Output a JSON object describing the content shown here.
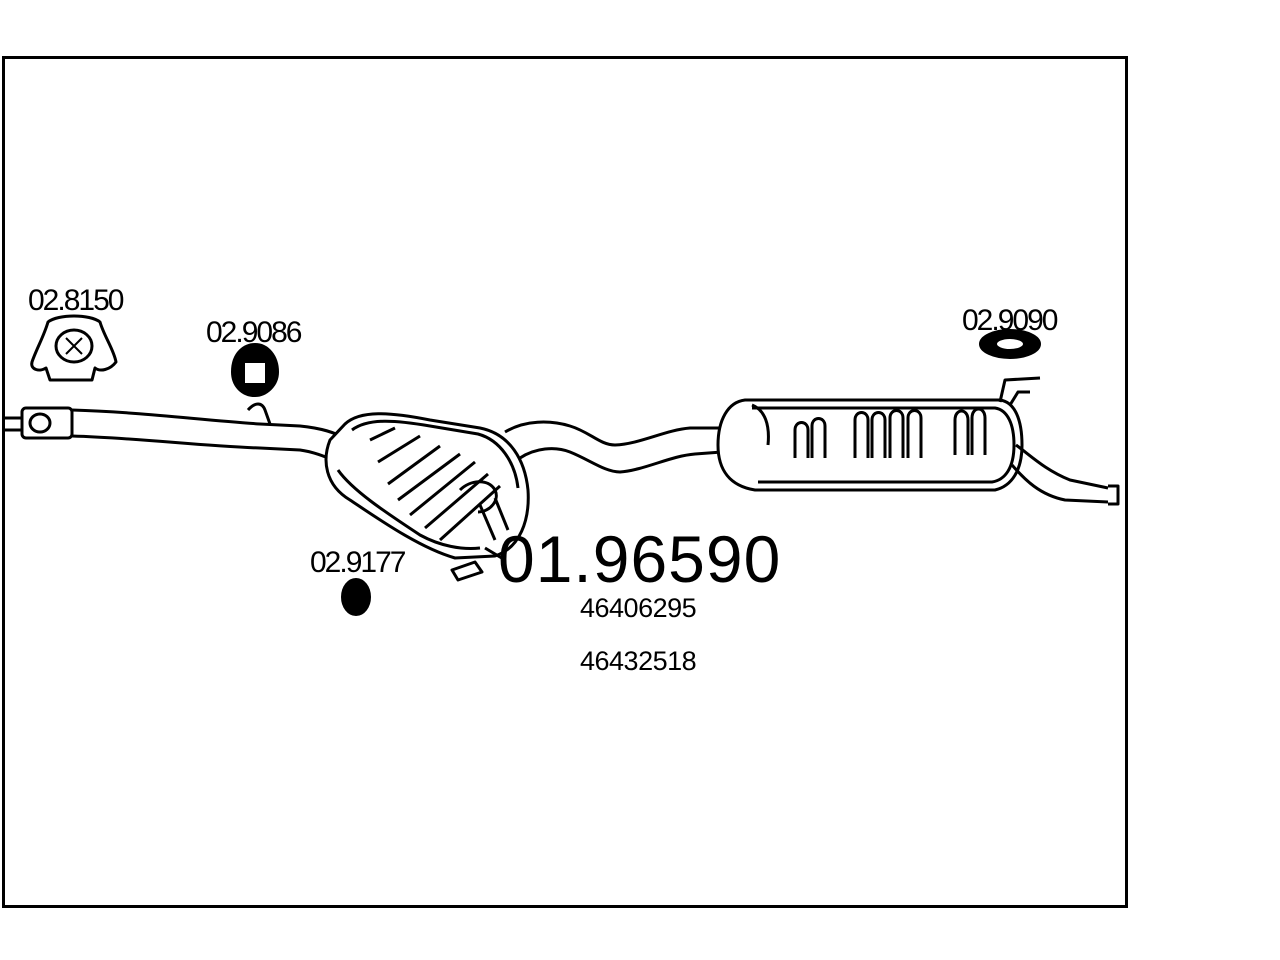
{
  "diagram": {
    "main_part_number": "01.96590",
    "oem_numbers": [
      "46406295",
      "46432518"
    ],
    "accessories": [
      {
        "id": "clamp",
        "part_number": "02.8150"
      },
      {
        "id": "front-hanger",
        "part_number": "02.9086"
      },
      {
        "id": "middle-hanger",
        "part_number": "02.9177"
      },
      {
        "id": "rear-hanger",
        "part_number": "02.9090"
      }
    ]
  }
}
